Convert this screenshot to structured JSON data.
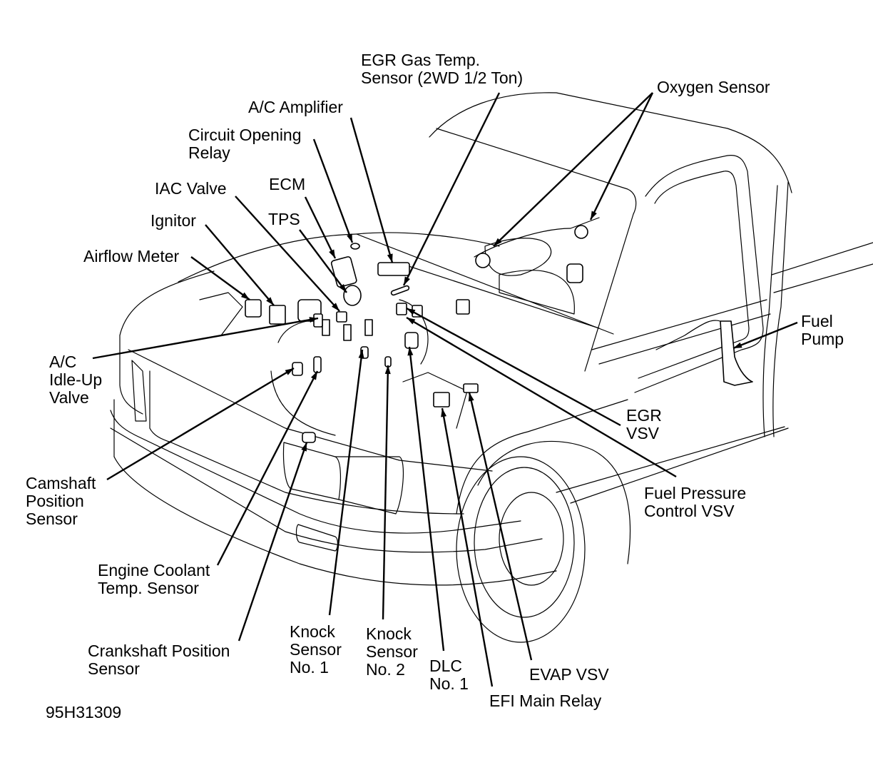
{
  "figure_id": "95H31309",
  "colors": {
    "ink": "#000000",
    "background": "#ffffff"
  },
  "labels": [
    {
      "id": "egr-gas-temp-sensor",
      "text": "EGR Gas Temp.\nSensor (2WD 1/2 Ton)"
    },
    {
      "id": "oxygen-sensor",
      "text": "Oxygen Sensor"
    },
    {
      "id": "ac-amplifier",
      "text": "A/C Amplifier"
    },
    {
      "id": "circuit-opening-relay",
      "text": "Circuit Opening\nRelay"
    },
    {
      "id": "iac-valve",
      "text": "IAC Valve"
    },
    {
      "id": "ecm",
      "text": "ECM"
    },
    {
      "id": "ignitor",
      "text": "Ignitor"
    },
    {
      "id": "tps",
      "text": "TPS"
    },
    {
      "id": "airflow-meter",
      "text": "Airflow Meter"
    },
    {
      "id": "ac-idle-up-valve",
      "text": "A/C\nIdle-Up\nValve"
    },
    {
      "id": "camshaft-position-sensor",
      "text": "Camshaft\nPosition\nSensor"
    },
    {
      "id": "engine-coolant-temp-sensor",
      "text": "Engine Coolant\nTemp. Sensor"
    },
    {
      "id": "crankshaft-position-sensor",
      "text": "Crankshaft Position\nSensor"
    },
    {
      "id": "knock-sensor-1",
      "text": "Knock\nSensor\nNo. 1"
    },
    {
      "id": "knock-sensor-2",
      "text": "Knock\nSensor\nNo. 2"
    },
    {
      "id": "dlc-1",
      "text": "DLC\nNo. 1"
    },
    {
      "id": "efi-main-relay",
      "text": "EFI Main Relay"
    },
    {
      "id": "evap-vsv",
      "text": "EVAP VSV"
    },
    {
      "id": "egr-vsv",
      "text": "EGR\nVSV"
    },
    {
      "id": "fuel-pressure-control-vsv",
      "text": "Fuel Pressure\nControl VSV"
    },
    {
      "id": "fuel-pump",
      "text": "Fuel\nPump"
    }
  ]
}
